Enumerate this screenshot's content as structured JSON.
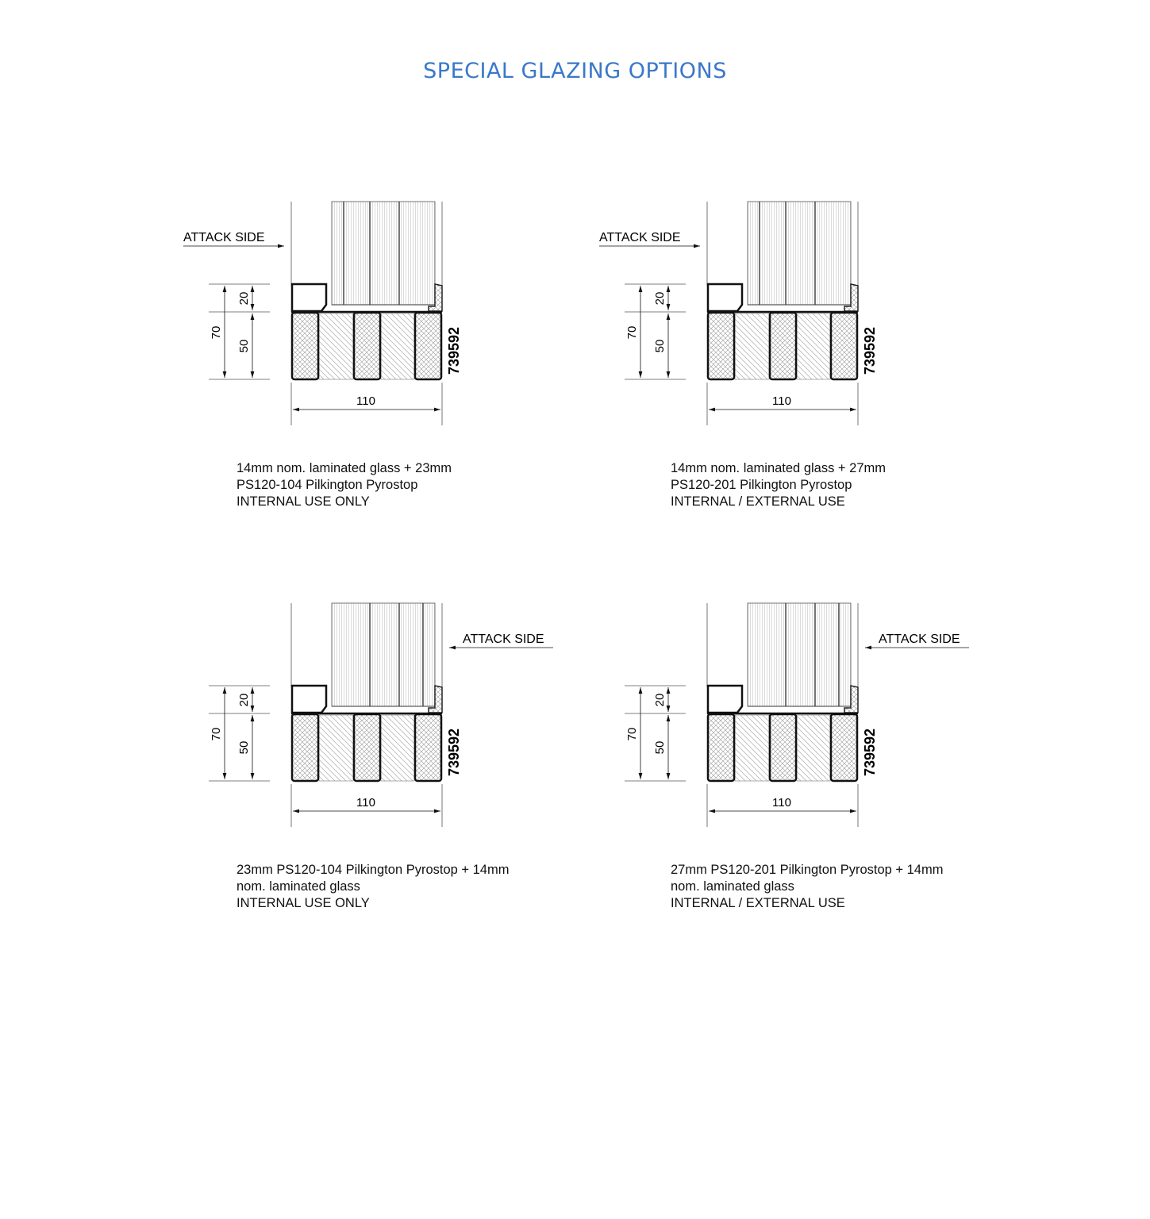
{
  "title": "SPECIAL GLAZING OPTIONS",
  "title_color": "#3a78c9",
  "panels": [
    {
      "attack_side": "ATTACK SIDE",
      "attack_position": "left",
      "dim_total": "70",
      "dim_head": "20",
      "dim_body": "50",
      "dim_width": "110",
      "code": "739592",
      "caption": [
        "14mm nom. laminated glass + 23mm",
        "PS120-104 Pilkington Pyrostop",
        "INTERNAL USE ONLY"
      ]
    },
    {
      "attack_side": "ATTACK SIDE",
      "attack_position": "left",
      "dim_total": "70",
      "dim_head": "20",
      "dim_body": "50",
      "dim_width": "110",
      "code": "739592",
      "caption": [
        "14mm nom. laminated glass + 27mm",
        "PS120-201 Pilkington Pyrostop",
        "INTERNAL / EXTERNAL USE"
      ]
    },
    {
      "attack_side": "ATTACK SIDE",
      "attack_position": "right",
      "dim_total": "70",
      "dim_head": "20",
      "dim_body": "50",
      "dim_width": "110",
      "code": "739592",
      "caption": [
        "23mm PS120-104 Pilkington Pyrostop + 14mm",
        "nom. laminated glass",
        "INTERNAL USE ONLY"
      ]
    },
    {
      "attack_side": "ATTACK SIDE",
      "attack_position": "right",
      "dim_total": "70",
      "dim_head": "20",
      "dim_body": "50",
      "dim_width": "110",
      "code": "739592",
      "caption": [
        "27mm PS120-201 Pilkington Pyrostop + 14mm",
        "nom. laminated glass",
        "INTERNAL / EXTERNAL USE"
      ]
    }
  ]
}
